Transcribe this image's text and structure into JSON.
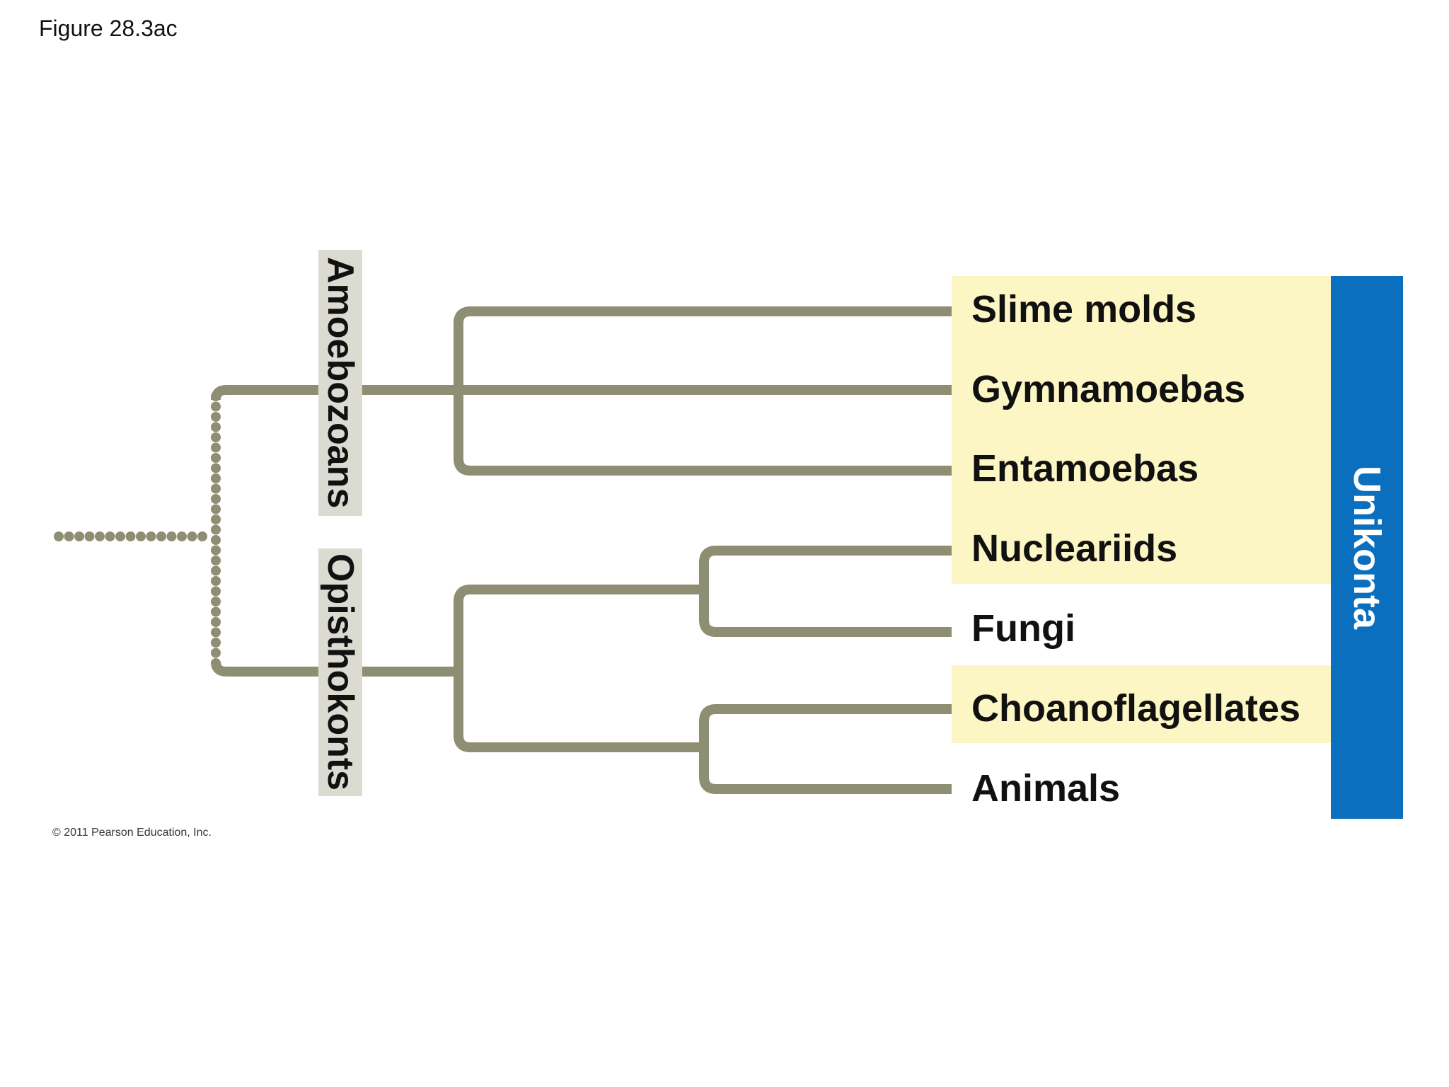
{
  "figure_label": "Figure 28.3ac",
  "copyright": "© 2011 Pearson Education, Inc.",
  "supergroup": {
    "label": "Unikonta"
  },
  "clades": [
    {
      "label": "Amoebozoans"
    },
    {
      "label": "Opisthokonts"
    }
  ],
  "taxa": [
    {
      "label": "Slime molds",
      "highlighted": true
    },
    {
      "label": "Gymnamoebas",
      "highlighted": true
    },
    {
      "label": "Entamoebas",
      "highlighted": true
    },
    {
      "label": "Nucleariids",
      "highlighted": true
    },
    {
      "label": "Fungi",
      "highlighted": false
    },
    {
      "label": "Choanoflagellates",
      "highlighted": true
    },
    {
      "label": "Animals",
      "highlighted": false
    }
  ],
  "colors": {
    "branch": "#8e8e72",
    "highlight": "#fbf6c3",
    "clade_box": "#dcdbd1",
    "supergroup_bar": "#0a6fbe",
    "text": "#111111"
  }
}
